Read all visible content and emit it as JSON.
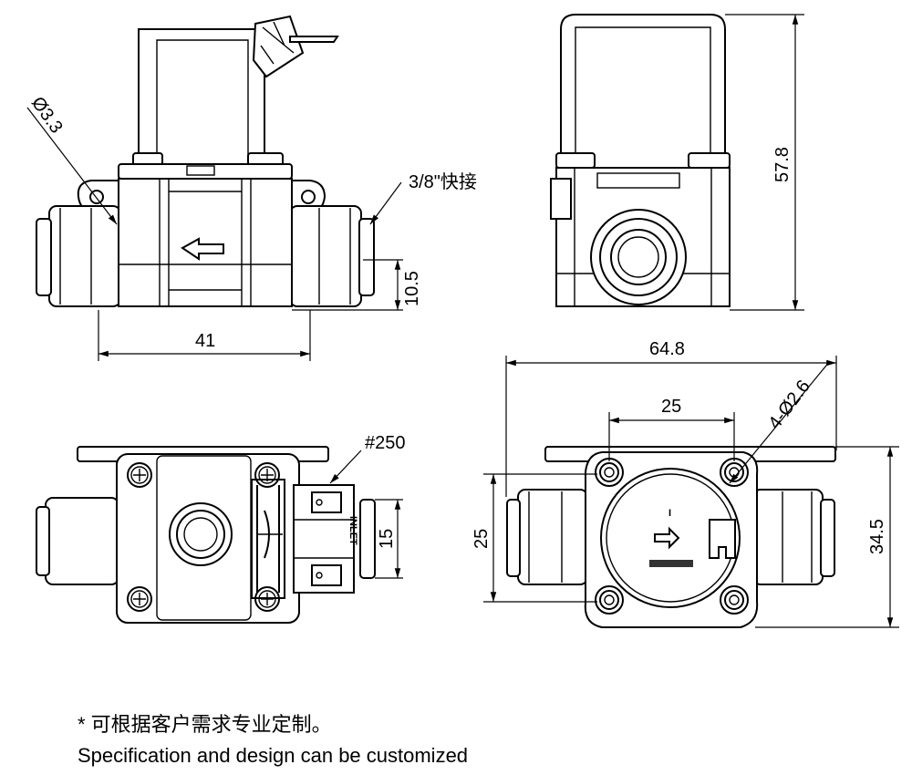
{
  "dimensions": {
    "hole_diameter": "Ø3.3",
    "fitting": "3/8\"快接",
    "overall_height": "57.8",
    "port_height": "10.5",
    "body_length": "41",
    "overall_length": "64.8",
    "hole_spacing_x": "25",
    "mount_holes": "4-Ø2.6",
    "terminal": "#250",
    "terminal_width": "15",
    "hole_spacing_y": "25",
    "body_width": "34.5"
  },
  "labels": {
    "inlet": "INLET",
    "flow_mark": "I"
  },
  "notes": {
    "cn": "* 可根据客户需求专业定制。",
    "en": "Specification and design can be customized"
  },
  "colors": {
    "line": "#000000",
    "background": "#ffffff"
  }
}
